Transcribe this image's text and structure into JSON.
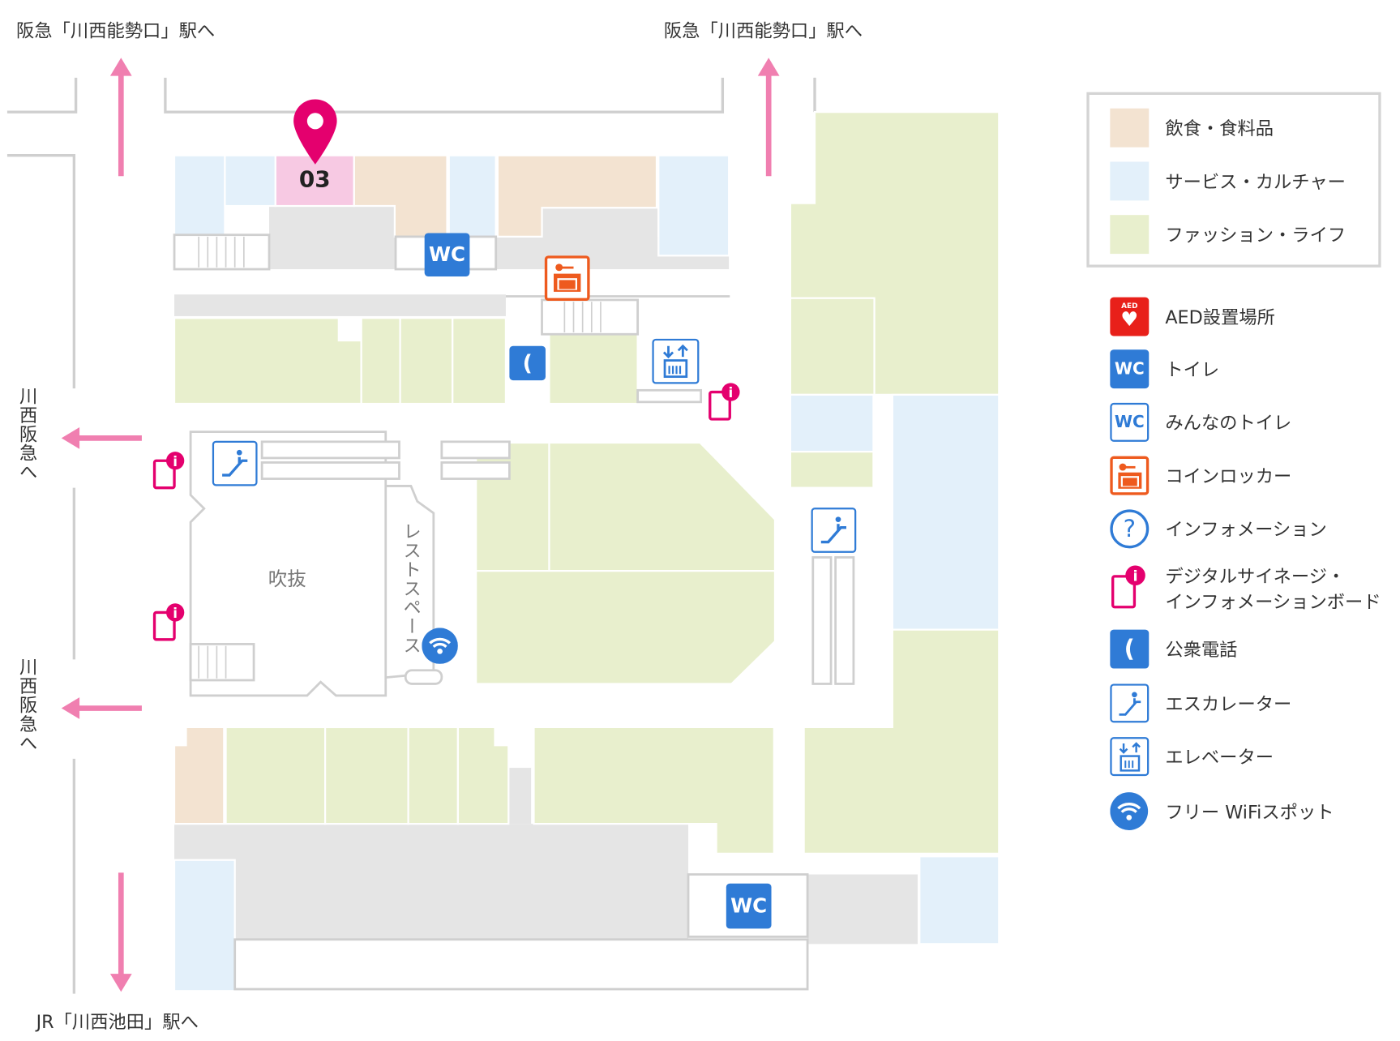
{
  "directions": {
    "north_left": "阪急「川西能勢口」駅へ",
    "north_right": "阪急「川西能勢口」駅へ",
    "west_upper": "川西阪急へ",
    "west_lower": "川西阪急へ",
    "south": "JR「川西池田」駅へ"
  },
  "map": {
    "shop_marker": "03",
    "atrium": "吹抜",
    "rest_space": "レストスペース",
    "wc_label": "WC"
  },
  "legend": {
    "categories": [
      {
        "label": "飲食・食料品",
        "color": "#f3e3d1"
      },
      {
        "label": "サービス・カルチャー",
        "color": "#e3f0fa"
      },
      {
        "label": "ファッション・ライフ",
        "color": "#e8efcd"
      }
    ],
    "icons": [
      {
        "icon": "aed-icon",
        "label": "AED設置場所",
        "badge": "AED"
      },
      {
        "icon": "wc-icon",
        "label": "トイレ",
        "badge": "WC"
      },
      {
        "icon": "accessible-wc-icon",
        "label": "みんなのトイレ",
        "badge": "WC"
      },
      {
        "icon": "coin-locker-icon",
        "label": "コインロッカー"
      },
      {
        "icon": "information-icon",
        "label": "インフォメーション"
      },
      {
        "icon": "digital-signage-icon",
        "label": "デジタルサイネージ・\nインフォメーションボード"
      },
      {
        "icon": "public-phone-icon",
        "label": "公衆電話"
      },
      {
        "icon": "escalator-icon",
        "label": "エスカレーター"
      },
      {
        "icon": "elevator-icon",
        "label": "エレベーター"
      },
      {
        "icon": "wifi-icon",
        "label": "フリー WiFiスポット"
      }
    ]
  },
  "colors": {
    "food": "#f3e3d1",
    "service": "#e3f0fa",
    "fashion": "#e8efcd",
    "highlight": "#f7c9e3",
    "corridor": "#e5e5e5",
    "arrow": "#f07fb0",
    "marker": "#e4006e",
    "blue": "#2f7bd6",
    "orange": "#ee5a1e"
  }
}
